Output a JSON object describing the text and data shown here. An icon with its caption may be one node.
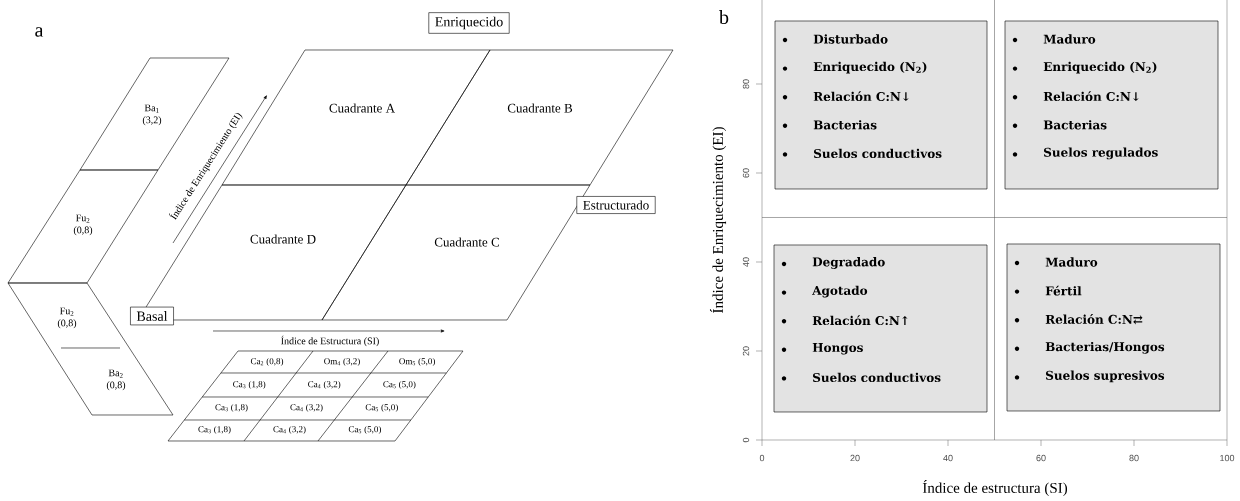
{
  "diagram": {
    "nodes": [
      {
        "text": [
          "Enriquecido"
        ]
      },
      {
        "text": [
          "Ba$_{1}$ (3,2)"
        ]
      },
      {
        "text": [
          "Fu$_{2}$ (0,8)"
        ]
      },
      {
        "text": [
          "Cuadrante A"
        ]
      },
      {
        "text": [
          "Cuadrante B"
        ]
      },
      {
        "text": [
          "Estructurado"
        ]
      },
      {
        "text": [
          "Cuadrante D"
        ]
      },
      {
        "text": [
          "Cuadrante C"
        ]
      },
      {
        "text": [
          "Fu$_{2}$ (0,8)",
          "Ba$_{2}$ (0,8)"
        ]
      },
      {
        "text": [
          "Basal"
        ]
      },
      {
        "text": [
          "Disturbado",
          "Enriquecido (N$_{2}$)",
          "Relación C:N↓",
          "Bacterias",
          "Suelos conductivos"
        ]
      },
      {
        "text": [
          "Maduro",
          "Enriquecido (N$_{2}$)",
          "Relación C:N↓",
          "Bacterias",
          "Suelos regulados"
        ]
      },
      {
        "text": [
          "Degradado",
          "Agotado",
          "Relación C:N↑",
          "Hongos",
          "Suelos conductivos"
        ]
      },
      {
        "text": [
          "Maduro",
          "Fértil",
          "Relación C:N⇄",
          "Bacterias/Hongos",
          "Suelos supresivos"
        ]
      }
    ],
    "labels": [
      "a",
      "Índice de Enriquecimiento (EI)",
      "Índice de Estructura (SI)",
      "Ca$_{2}$ (0,8)",
      "Om$_{4}$ (3,2)",
      "Om$_{5}$ (5,0)",
      "Ca$_{3}$ (1,8)",
      "Ca$_{4}$ (3,2)",
      "Ca$_{5}$ (5,0)",
      "Ca$_{3}$ (1,8)",
      "Ca$_{4}$ (3,2)",
      "Ca$_{5}$ (5,0)",
      "Ca$_{3}$ (1,8)",
      "Ca$_{4}$ (3,2)",
      "Ca$_{5}$ (5,0)",
      "b",
      "0",
      "20",
      "40",
      "60",
      "80",
      "0",
      "20",
      "40",
      "60",
      "80",
      "100",
      "Índice de Enriquecimiento (EI)",
      "Índice de estructura (SI)"
    ]
  }
}
